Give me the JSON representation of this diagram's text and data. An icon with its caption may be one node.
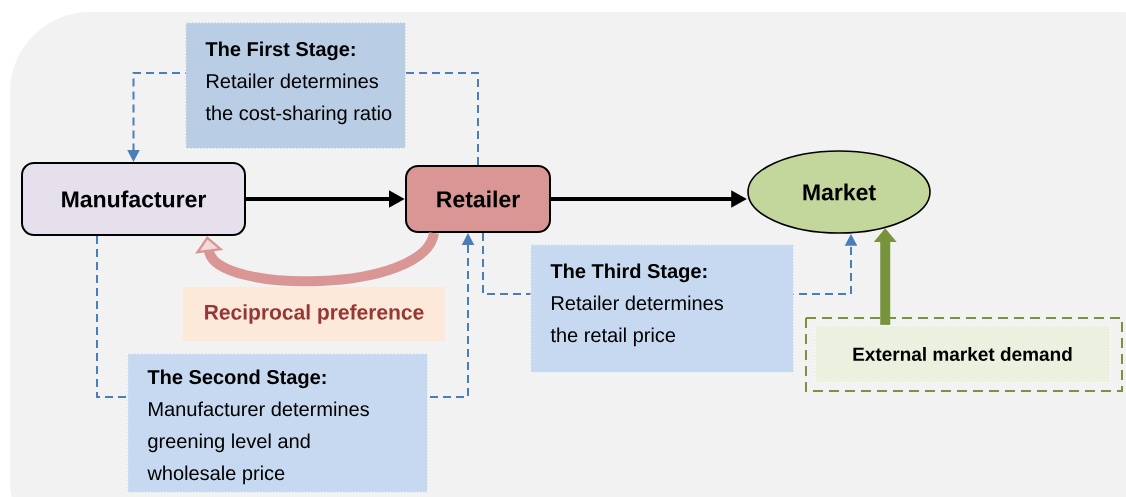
{
  "diagram": {
    "nodes": [
      {
        "text": [
          "Manufacturer"
        ]
      },
      {
        "text": [
          "Retailer"
        ]
      },
      {
        "text": [
          "Market"
        ]
      },
      {
        "text": [
          "Reciprocal preference"
        ]
      },
      {
        "text": [
          "External market demand"
        ]
      }
    ],
    "edges": [
      {
        "from": 0,
        "to": 1,
        "arrow": "to",
        "color": "#000000"
      },
      {
        "from": 1,
        "to": 2,
        "arrow": "to",
        "color": "#000000"
      },
      {
        "from": 1,
        "to": 0,
        "arrow": "to",
        "style": "dashed",
        "color": "#4a7ebb",
        "label": "**The First Stage:** Retailer determines the cost-sharing ratio"
      },
      {
        "from": 0,
        "to": 1,
        "arrow": "to",
        "style": "dashed",
        "color": "#4a7ebb",
        "label": "**The Second Stage:** Manufacturer determines greening level and wholesale price"
      },
      {
        "from": 1,
        "to": 2,
        "arrow": "to",
        "style": "dashed",
        "color": "#4a7ebb",
        "label": "**The Third Stage:** Retailer determines the retail price"
      },
      {
        "from": 1,
        "to": 0,
        "arrow": "to",
        "style": "thick",
        "color": "#d99694"
      },
      {
        "from": 4,
        "to": 2,
        "arrow": "to",
        "style": "thick",
        "color": "#77933c"
      }
    ]
  }
}
